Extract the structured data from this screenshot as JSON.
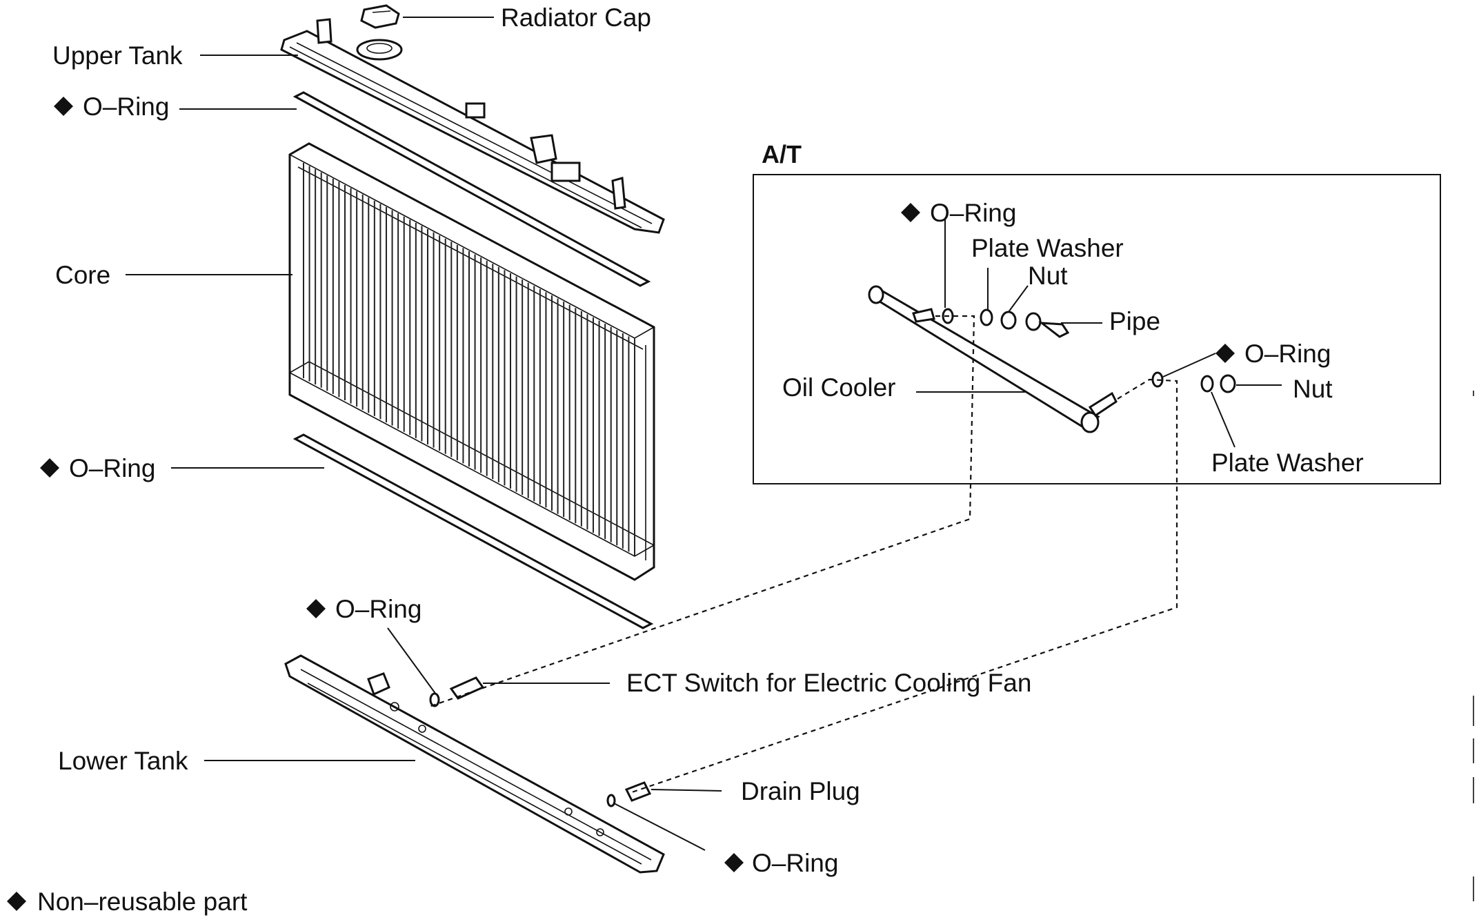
{
  "labels": {
    "radiator_cap": "Radiator Cap",
    "upper_tank": "Upper Tank",
    "o_ring_upper": "O–Ring",
    "core": "Core",
    "o_ring_lower": "O–Ring",
    "o_ring_ect": "O–Ring",
    "ect_switch": "ECT Switch for Electric Cooling Fan",
    "lower_tank": "Lower Tank",
    "drain_plug": "Drain Plug",
    "o_ring_drain": "O–Ring",
    "legend": "Non–reusable part"
  },
  "at_box": {
    "title": "A/T",
    "o_ring_1": "O–Ring",
    "plate_washer_1": "Plate Washer",
    "nut_1": "Nut",
    "pipe": "Pipe",
    "oil_cooler": "Oil Cooler",
    "o_ring_2": "O–Ring",
    "nut_2": "Nut",
    "plate_washer_2": "Plate Washer"
  },
  "colors": {
    "ink": "#111111",
    "background": "#ffffff"
  },
  "icons": {
    "non_reusable_marker": "diamond-icon"
  }
}
